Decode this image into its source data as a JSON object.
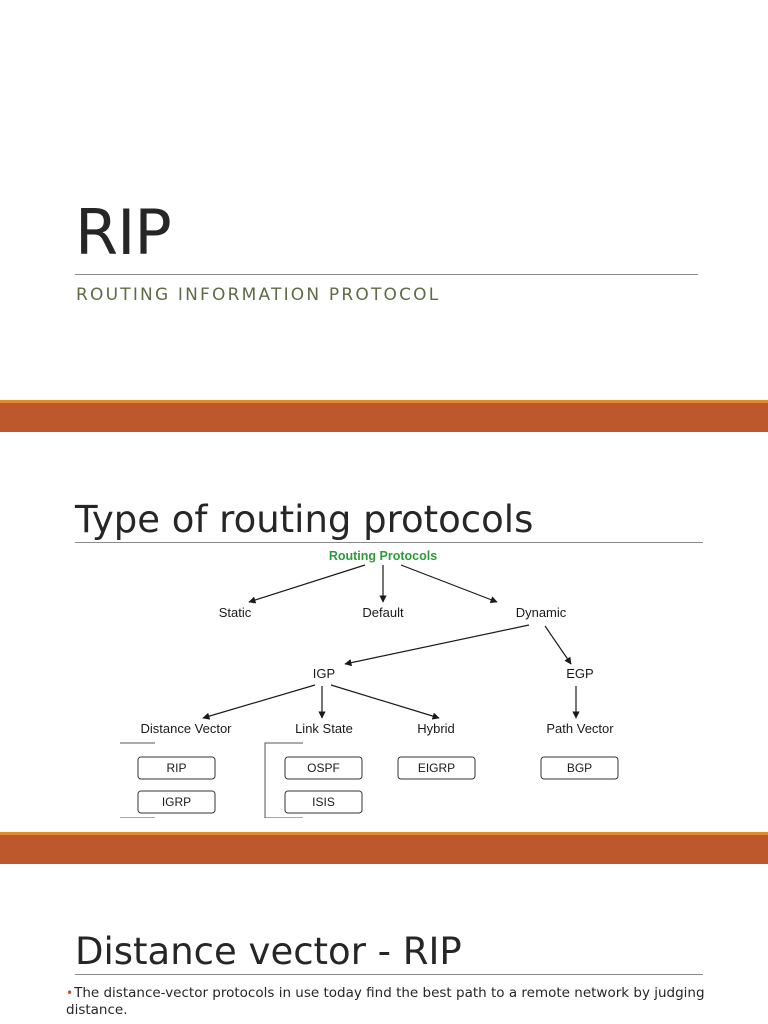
{
  "slide1": {
    "title": "RIP",
    "subtitle": "ROUTING INFORMATION PROTOCOL"
  },
  "slide2": {
    "heading": "Type of routing protocols",
    "diagram": {
      "root": "Routing Protocols",
      "level1": [
        "Static",
        "Default",
        "Dynamic"
      ],
      "level2": [
        "IGP",
        "EGP"
      ],
      "level3": [
        "Distance Vector",
        "Link State",
        "Hybrid",
        "Path Vector"
      ],
      "protocols": [
        "RIP",
        "IGRP",
        "OSPF",
        "ISIS",
        "EIGRP",
        "BGP"
      ]
    }
  },
  "slide3": {
    "heading": "Distance vector - RIP",
    "bullet": "The distance-vector protocols in use today find the best path to a remote network by judging distance."
  },
  "colors": {
    "band": "#bd582c",
    "band_top": "#e08c2c",
    "root_label": "#2e9b3a",
    "subtitle": "#5f6b46"
  }
}
